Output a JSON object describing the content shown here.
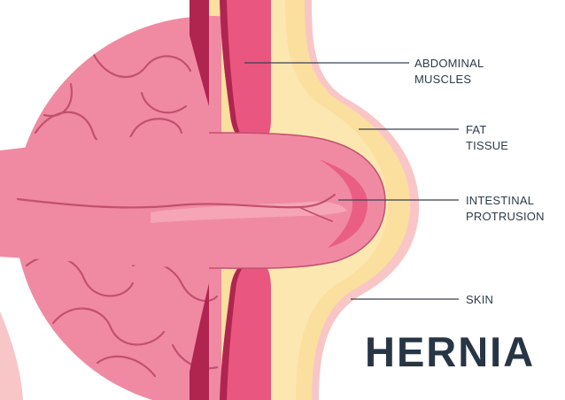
{
  "title": "HERNIA",
  "labels": {
    "abdominal_muscles": [
      "ABDOMINAL",
      "MUSCLES"
    ],
    "fat_tissue": [
      "FAT",
      "TISSUE"
    ],
    "intestinal_protrusion": [
      "INTESTINAL",
      "PROTRUSION"
    ],
    "skin": [
      "SKIN"
    ]
  },
  "colors": {
    "intestine": "#f08aa3",
    "intestine_outline": "#c2506f",
    "intestine_highlight": "#f7a9ba",
    "muscle": "#e9567f",
    "muscle_dark": "#b02450",
    "fat": "#fbdf9e",
    "fat_light": "#fde9b8",
    "skin": "#f9c6c7",
    "text": "#2e3a4b",
    "leader_line": "#3a4250"
  }
}
